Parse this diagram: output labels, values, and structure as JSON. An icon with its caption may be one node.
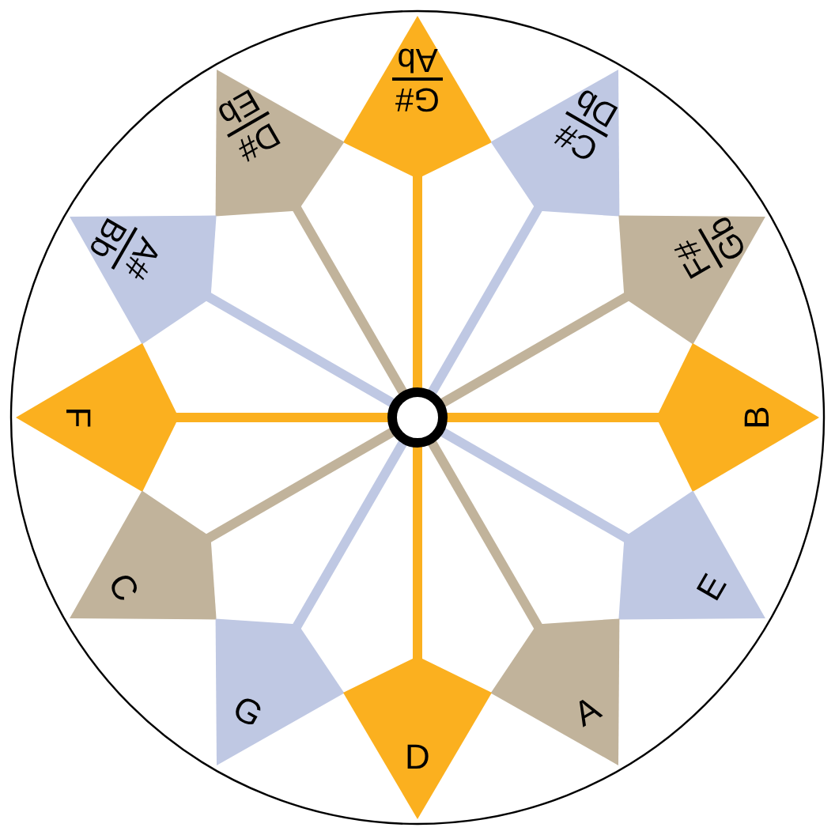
{
  "diagram": {
    "nodes": [
      {
        "text": [
          "G#",
          "Ab"
        ]
      },
      {
        "text": [
          "D#",
          "Eb"
        ]
      },
      {
        "text": [
          "C#",
          "Db"
        ]
      },
      {
        "text": [
          "A#",
          "Bb"
        ]
      },
      {
        "text": [
          "F#",
          "Gb"
        ]
      },
      {
        "text": [
          "F"
        ]
      },
      {
        "text": [],
        "shape": "circle"
      },
      {
        "text": [
          "B"
        ]
      },
      {
        "text": [
          "C"
        ]
      },
      {
        "text": [
          "E"
        ]
      },
      {
        "text": [
          "G"
        ]
      },
      {
        "text": [
          "A"
        ]
      },
      {
        "text": [
          "D"
        ]
      }
    ],
    "edges": [
      {
        "from": 6,
        "to": 0,
        "arrow": "none",
        "color": "#fbb01f"
      },
      {
        "from": 6,
        "to": 2,
        "arrow": "none",
        "color": "#bfc8e3"
      },
      {
        "from": 6,
        "to": 4,
        "arrow": "none",
        "color": "#c1b39b"
      },
      {
        "from": 6,
        "to": 7,
        "arrow": "none",
        "color": "#fbb01f"
      },
      {
        "from": 6,
        "to": 9,
        "arrow": "none",
        "color": "#bfc8e3"
      },
      {
        "from": 6,
        "to": 11,
        "arrow": "none",
        "color": "#c1b39b"
      },
      {
        "from": 6,
        "to": 12,
        "arrow": "none",
        "color": "#fbb01f"
      },
      {
        "from": 6,
        "to": 10,
        "arrow": "none",
        "color": "#bfc8e3"
      },
      {
        "from": 6,
        "to": 8,
        "arrow": "none",
        "color": "#c1b39b"
      },
      {
        "from": 6,
        "to": 5,
        "arrow": "none",
        "color": "#fbb01f"
      },
      {
        "from": 6,
        "to": 3,
        "arrow": "none",
        "color": "#bfc8e3"
      },
      {
        "from": 6,
        "to": 1,
        "arrow": "none",
        "color": "#c1b39b"
      }
    ]
  }
}
